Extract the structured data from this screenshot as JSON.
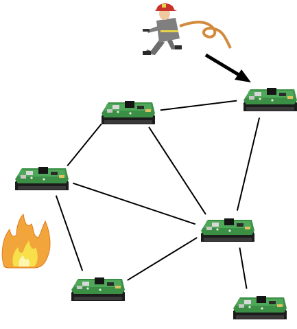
{
  "diagram": {
    "background": "#ffffff",
    "link_color": "#000000",
    "nodes": [
      {
        "id": "node-a",
        "kind": "sensor-mote"
      },
      {
        "id": "node-b",
        "kind": "sensor-mote"
      },
      {
        "id": "node-c",
        "kind": "sensor-mote"
      },
      {
        "id": "node-d",
        "kind": "sensor-mote"
      },
      {
        "id": "node-e",
        "kind": "sensor-mote"
      },
      {
        "id": "node-f",
        "kind": "sensor-mote"
      }
    ],
    "links": [
      {
        "from": "node-a",
        "to": "node-b"
      },
      {
        "from": "node-a",
        "to": "node-c"
      },
      {
        "from": "node-a",
        "to": "node-d"
      },
      {
        "from": "node-b",
        "to": "node-d"
      },
      {
        "from": "node-c",
        "to": "node-d"
      },
      {
        "from": "node-c",
        "to": "node-e"
      },
      {
        "from": "node-d",
        "to": "node-e"
      },
      {
        "from": "node-d",
        "to": "node-f"
      }
    ],
    "icons": {
      "mote": "sensor-mote-icon",
      "firefighter": "firefighter-icon",
      "fire": "fire-icon",
      "arrow": "arrow-icon"
    },
    "colors": {
      "board_green": "#3b8f44",
      "board_black": "#1c1c1c",
      "fire_orange": "#f2a53a",
      "fire_yellow": "#f7e04a",
      "firefighter_coat": "#7f7f7f",
      "firefighter_helmet": "#c8322a",
      "hose": "#d28a3c"
    }
  }
}
